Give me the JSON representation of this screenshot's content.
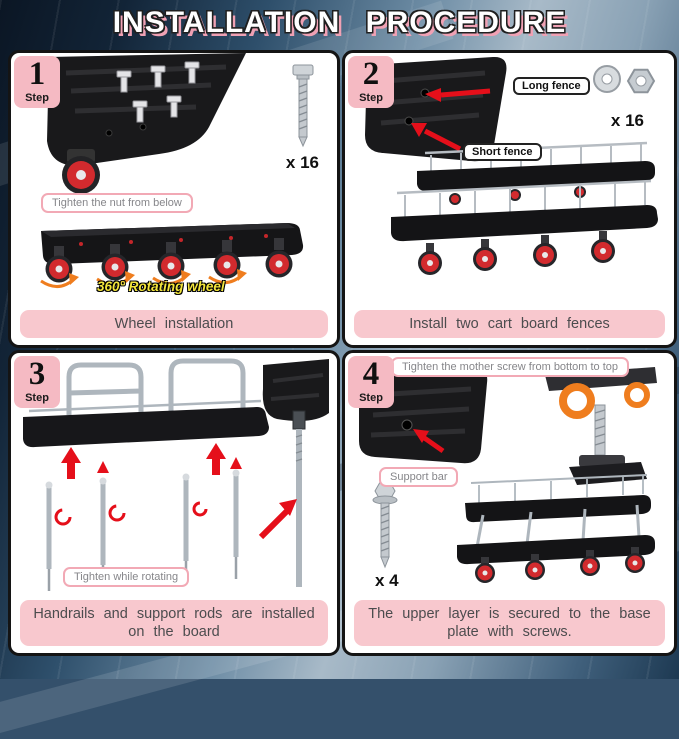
{
  "title": "INSTALLATION PROCEDURE",
  "steps": [
    {
      "number": "1",
      "step_word": "Step",
      "qty": "x 16",
      "note": "Tighten the nut from below",
      "rotating_label": "360° Rotating wheel",
      "caption": "Wheel installation"
    },
    {
      "number": "2",
      "step_word": "Step",
      "qty": "x 16",
      "label_long": "Long fence",
      "label_short": "Short fence",
      "caption": "Install two cart board fences"
    },
    {
      "number": "3",
      "step_word": "Step",
      "note": "Tighten while rotating",
      "caption": "Handrails and support rods are installed on the board"
    },
    {
      "number": "4",
      "step_word": "Step",
      "qty": "x 4",
      "note": "Tighten the mother screw from bottom to top",
      "label_support": "Support bar",
      "caption": "The upper layer is secured to the base plate with screws."
    }
  ],
  "colors": {
    "pink_accent": "#f8c8ce",
    "badge_pink": "#f5bac3",
    "wheel_red": "#d22a2e",
    "arrow_red": "#e50f1a",
    "highlight_yellow": "#f3e53c",
    "rotation_orange": "#ef7d1e"
  }
}
